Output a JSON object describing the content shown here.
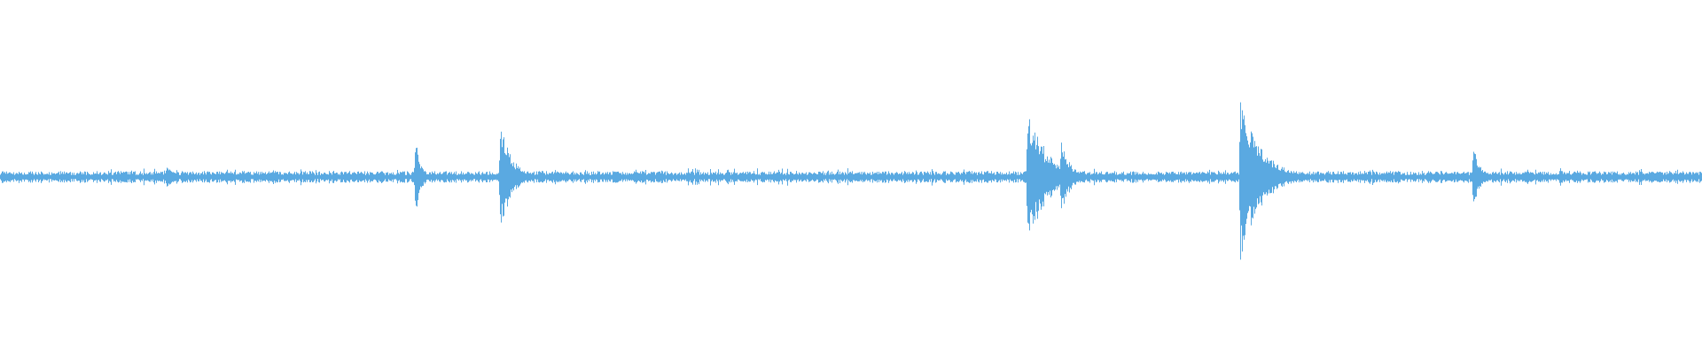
{
  "waveform": {
    "color": "#5aa9e1",
    "baseline_noise": 0.07,
    "peaks": [
      {
        "time": 0.0008,
        "amp": 0.12,
        "decay": 0.003
      },
      {
        "time": 0.0705,
        "amp": 0.1,
        "decay": 0.004
      },
      {
        "time": 0.0975,
        "amp": 0.18,
        "decay": 0.004
      },
      {
        "time": 0.2175,
        "amp": 0.08,
        "decay": 0.004
      },
      {
        "time": 0.2436,
        "amp": 0.56,
        "decay": 0.003
      },
      {
        "time": 0.2935,
        "amp": 0.77,
        "decay": 0.006
      },
      {
        "time": 0.6032,
        "amp": 0.8,
        "decay": 0.012
      },
      {
        "time": 0.623,
        "amp": 0.52,
        "decay": 0.005
      },
      {
        "time": 0.7282,
        "amp": 0.98,
        "decay": 0.012
      },
      {
        "time": 0.865,
        "amp": 0.4,
        "decay": 0.004
      }
    ]
  }
}
